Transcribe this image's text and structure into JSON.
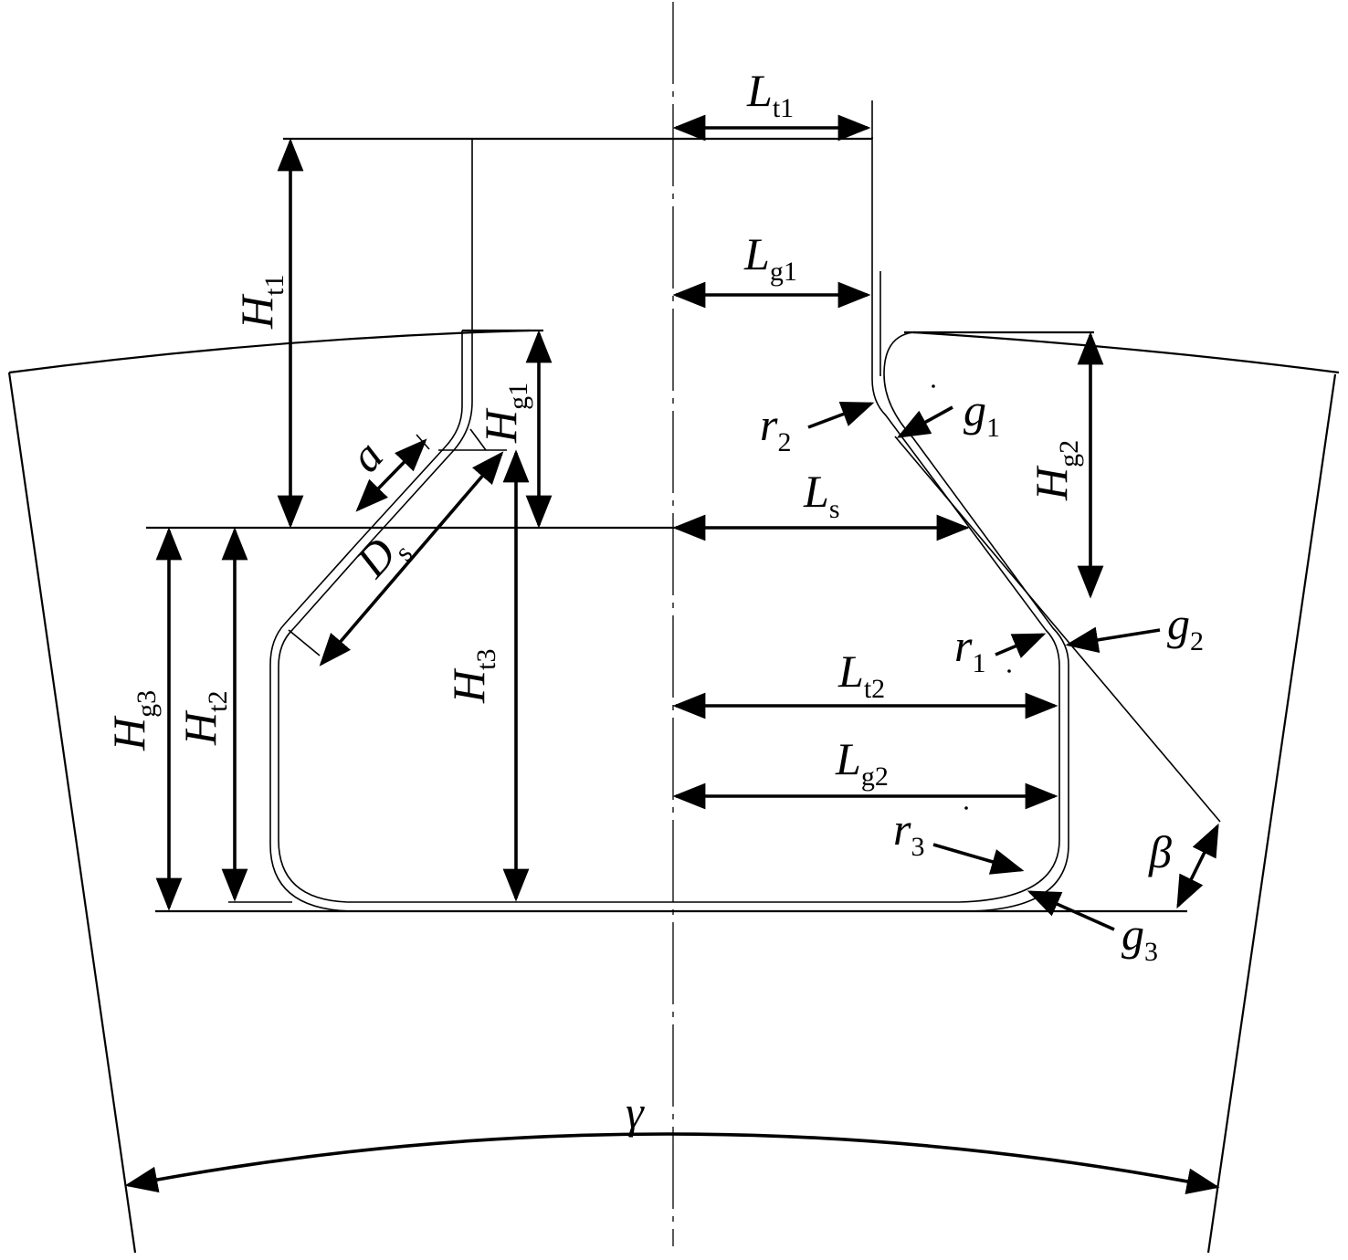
{
  "diagram": {
    "labels": {
      "Lt1": {
        "main": "L",
        "sub": "t1"
      },
      "Lg1": {
        "main": "L",
        "sub": "g1"
      },
      "Ls": {
        "main": "L",
        "sub": "s"
      },
      "Lt2": {
        "main": "L",
        "sub": "t2"
      },
      "Lg2": {
        "main": "L",
        "sub": "g2"
      },
      "Ht1": {
        "main": "H",
        "sub": "t1"
      },
      "Hg1": {
        "main": "H",
        "sub": "g1"
      },
      "Hg2": {
        "main": "H",
        "sub": "g2"
      },
      "Hg3": {
        "main": "H",
        "sub": "g3"
      },
      "Ht2": {
        "main": "H",
        "sub": "t2"
      },
      "Ht3": {
        "main": "H",
        "sub": "t3"
      },
      "Ds": {
        "main": "D",
        "sub": "s"
      },
      "a": {
        "main": "a"
      },
      "r1": {
        "main": "r",
        "sub": "1"
      },
      "r2": {
        "main": "r",
        "sub": "2"
      },
      "r3": {
        "main": "r",
        "sub": "3"
      },
      "g1": {
        "main": "g",
        "sub": "1"
      },
      "g2": {
        "main": "g",
        "sub": "2"
      },
      "g3": {
        "main": "g",
        "sub": "3"
      },
      "beta": {
        "main": "β"
      },
      "gamma": {
        "main": "γ"
      }
    }
  }
}
